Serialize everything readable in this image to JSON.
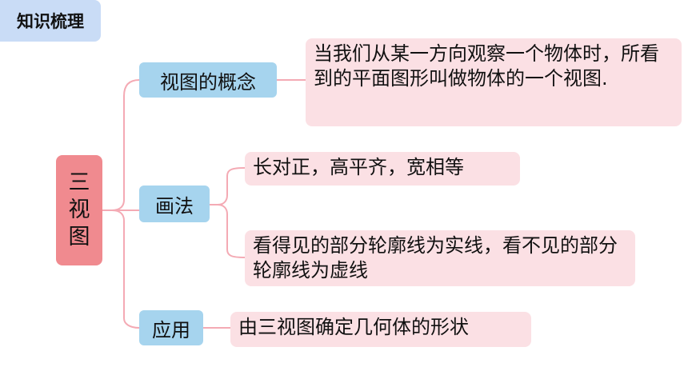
{
  "header": {
    "title": "知识梳理"
  },
  "root": {
    "chars": [
      "三",
      "视",
      "图"
    ]
  },
  "branches": [
    {
      "label": "视图的概念",
      "leaves": [
        "当我们从某一方向观察一个物体时，所看到的平面图形叫做物体的一个视图."
      ]
    },
    {
      "label": "画法",
      "leaves": [
        "长对正，高平齐，宽相等",
        "看得见的部分轮廓线为实线，看不见的部分轮廓线为虚线"
      ]
    },
    {
      "label": "应用",
      "leaves": [
        "由三视图确定几何体的形状"
      ]
    }
  ],
  "colors": {
    "root": "#f08a8f",
    "category": "#a6d4ee",
    "leaf": "#fbe0e4",
    "header": "#c9dcf6",
    "connector": "#f4aab4"
  }
}
